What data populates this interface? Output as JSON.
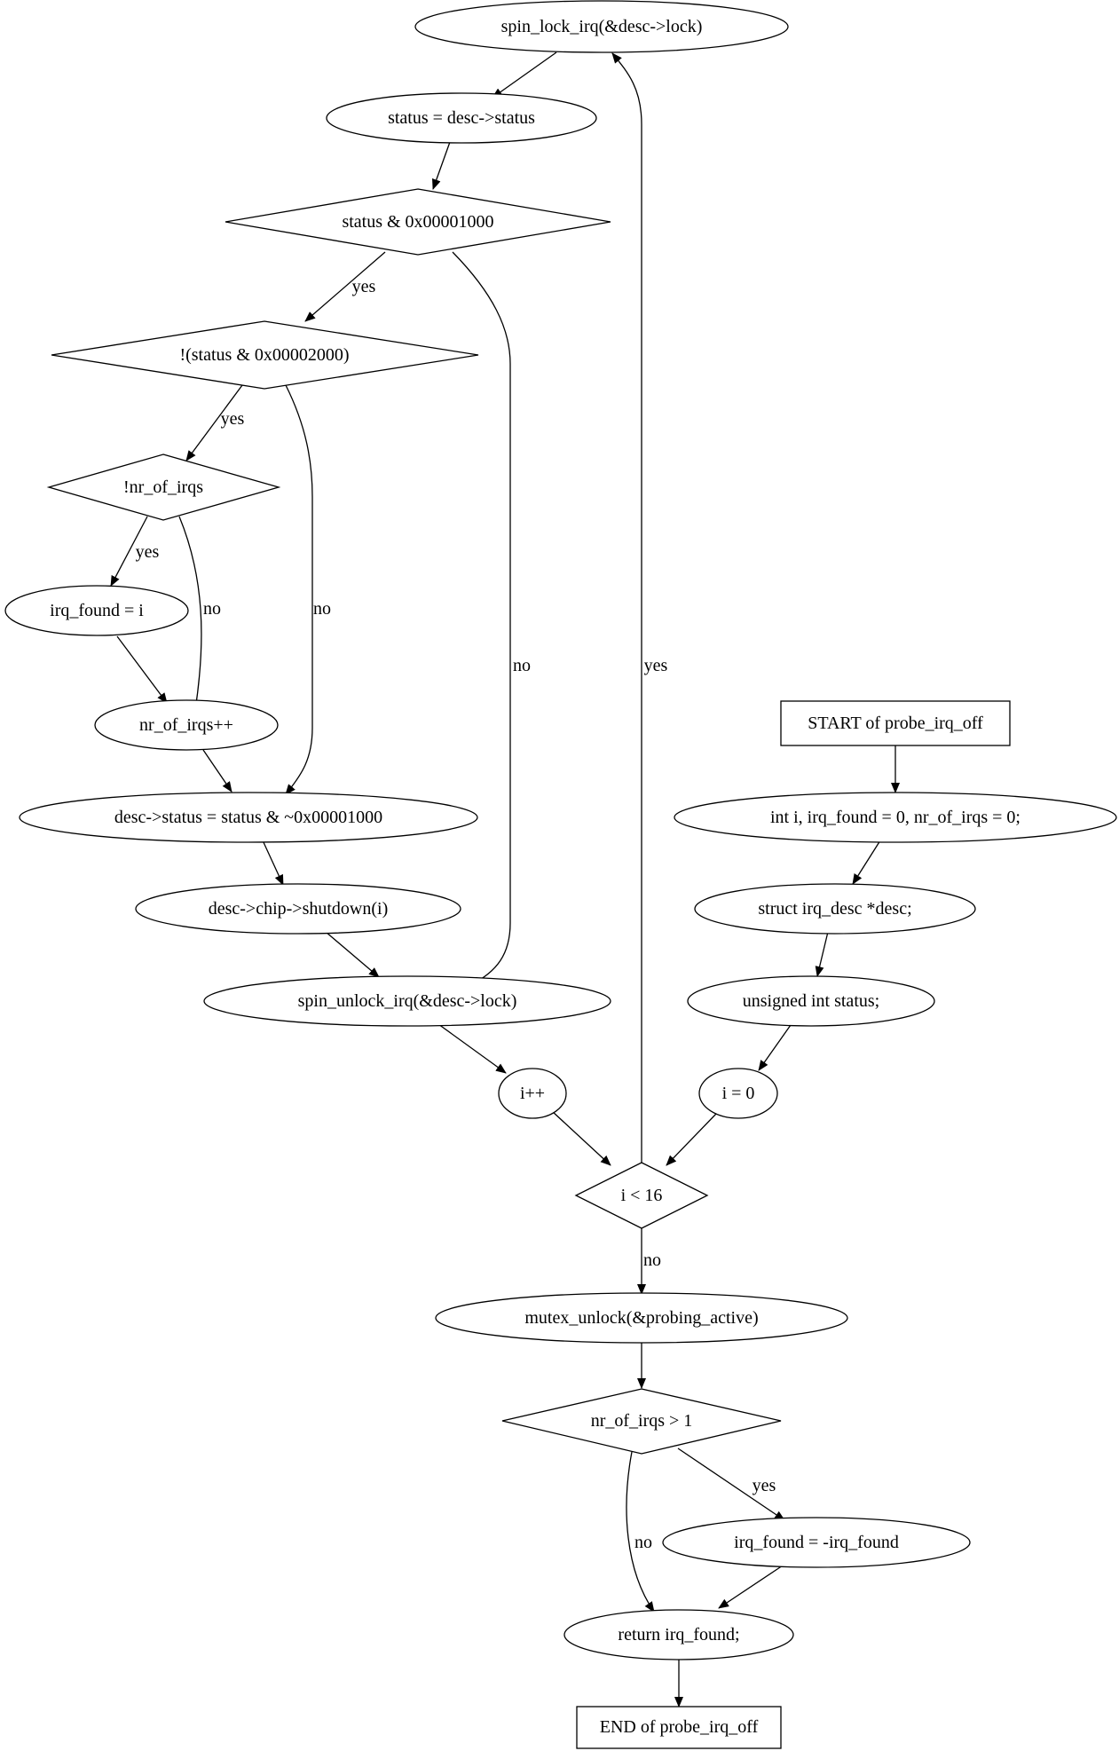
{
  "diagram": {
    "highlight_color": "#ffff00",
    "nodes": {
      "spin_lock": "spin_lock_irq(&desc->lock)",
      "status_assign": "status = desc->status",
      "status_check": "status & 0x00001000",
      "not_status_check": "!(status & 0x00002000)",
      "nr_of_irqs_check": "!nr_of_irqs",
      "irq_found_assign": "irq_found = i",
      "nr_of_irqs_inc": "nr_of_irqs++",
      "desc_status_assign": "desc->status = status & ~0x00001000",
      "shutdown": "desc->chip->shutdown(i)",
      "spin_unlock": "spin_unlock_irq(&desc->lock)",
      "i_inc": "i++",
      "start": "START of probe_irq_off",
      "int_decl": "int i, irq_found = 0, nr_of_irqs = 0;",
      "struct_decl": "struct irq_desc *desc;",
      "unsigned_decl": "unsigned int status;",
      "i_init": "i = 0",
      "loop_check": "i < 16",
      "mutex_unlock": "mutex_unlock(&probing_active)",
      "nr_gt_one": "nr_of_irqs > 1",
      "irq_found_neg": "irq_found = -irq_found",
      "return_stmt": "return irq_found;",
      "end": "END of probe_irq_off"
    },
    "edge_labels": {
      "status_yes": "yes",
      "status_no": "no",
      "not_status_yes": "yes",
      "not_status_no": "no",
      "nr_check_yes": "yes",
      "nr_check_no": "no",
      "loop_yes": "yes",
      "loop_no": "no",
      "gt_yes": "yes",
      "gt_no": "no"
    }
  }
}
